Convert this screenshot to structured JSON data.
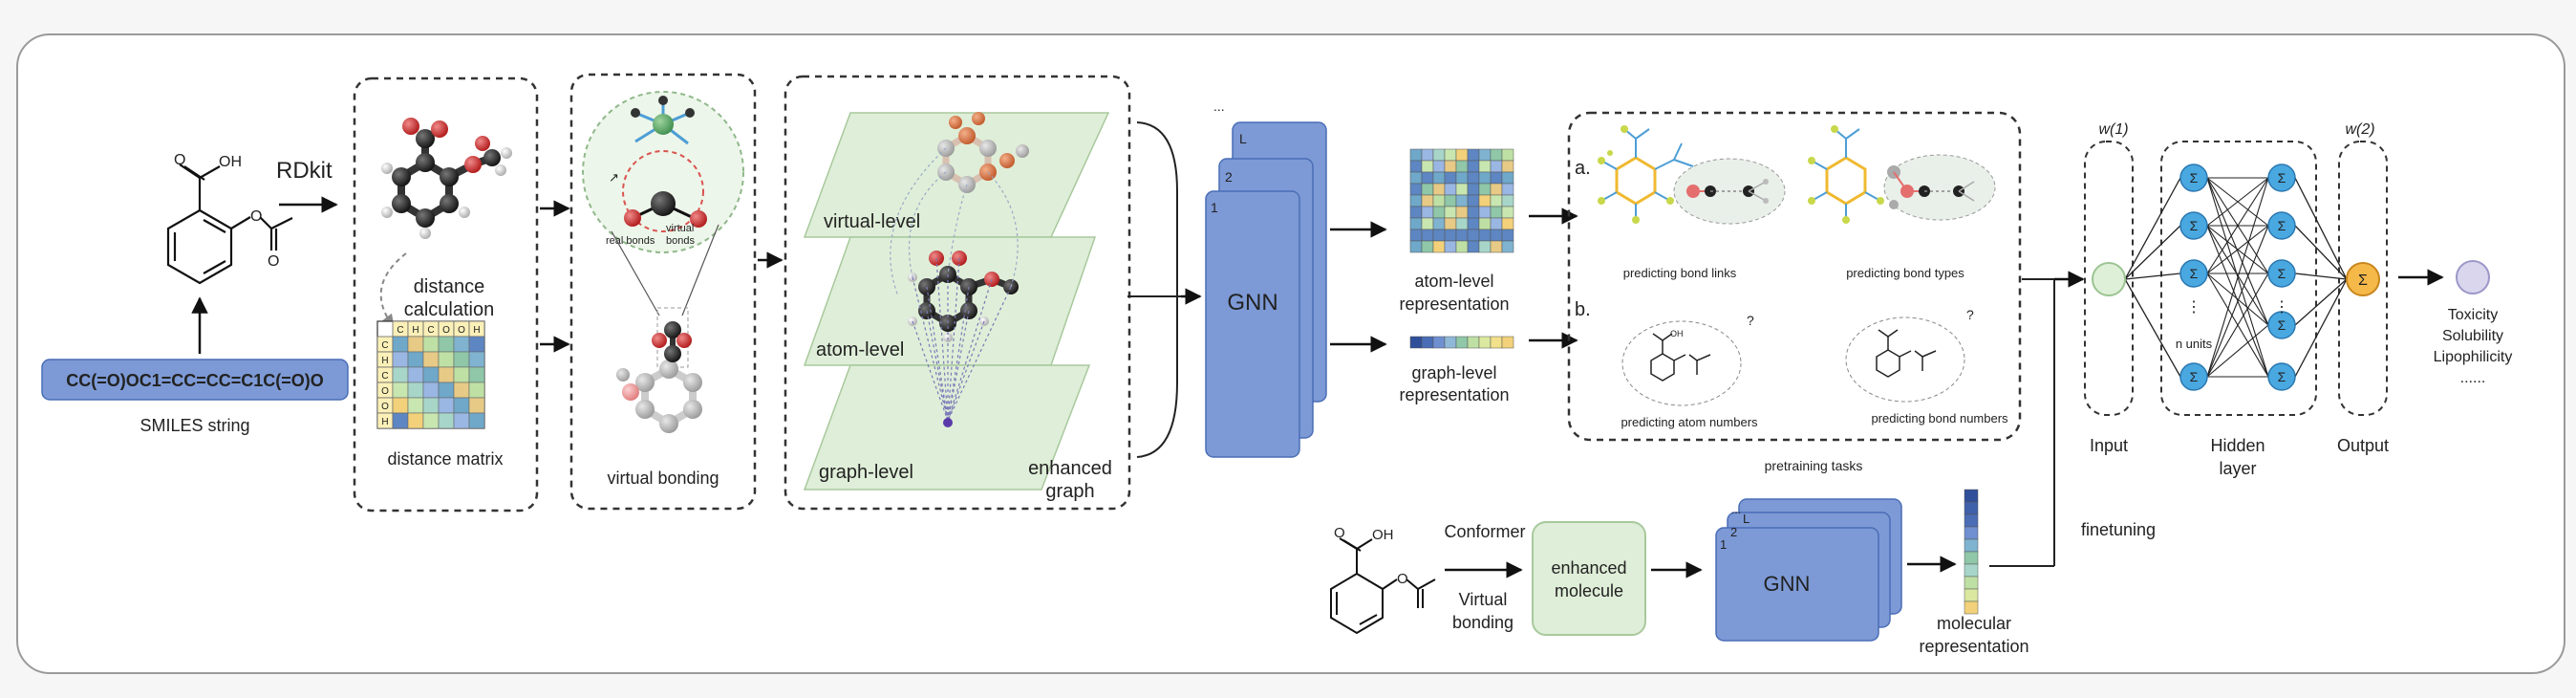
{
  "input": {
    "smiles": "CC(=O)OC1=CC=CC=C1C(=O)O",
    "smiles_caption": "SMILES string",
    "rdkit": "RDkit",
    "oh": "OH",
    "o": "O"
  },
  "box1": {
    "distance_calc_1": "distance",
    "distance_calc_2": "calculation",
    "matrix_caption": "distance matrix",
    "matrix_header": [
      "C",
      "H",
      "C",
      "O",
      "O",
      "H"
    ],
    "matrix_rows": [
      "C",
      "H",
      "C",
      "O",
      "O",
      "H"
    ]
  },
  "box2": {
    "real_bonds": "real bonds",
    "virtual_bonds_1": "virtual",
    "virtual_bonds_2": "bonds",
    "caption": "virtual bonding"
  },
  "box3": {
    "virtual_level": "virtual-level",
    "atom_level": "atom-level",
    "graph_level": "graph-level",
    "enhanced_1": "enhanced",
    "enhanced_2": "graph"
  },
  "gnn_top": {
    "label": "GNN",
    "layers": [
      "1",
      "2",
      "L"
    ],
    "dots": "..."
  },
  "representations": {
    "atom_1": "atom-level",
    "atom_2": "representation",
    "graph_1": "graph-level",
    "graph_2": "representation"
  },
  "pretraining": {
    "a": "a.",
    "b": "b.",
    "bond_links": "predicting bond links",
    "bond_types": "predicting bond types",
    "atom_numbers": "predicting atom numbers",
    "bond_numbers": "predicting bond numbers",
    "question": "?",
    "caption": "pretraining tasks"
  },
  "finetune_row": {
    "conformer": "Conformer",
    "virtual_1": "Virtual",
    "virtual_2": "bonding",
    "enhanced_1": "enhanced",
    "enhanced_2": "molecule",
    "gnn": "GNN",
    "mol_rep_1": "molecular",
    "mol_rep_2": "representation",
    "finetuning": "finetuning"
  },
  "network": {
    "w1": "w(1)",
    "w2": "w(2)",
    "sigma": "Σ",
    "n_units": "n units",
    "input": "Input",
    "hidden_1": "Hidden",
    "hidden_2": "layer",
    "output": "Output"
  },
  "outputs": {
    "toxicity": "Toxicity",
    "solubility": "Solubility",
    "lipophilicity": "Lipophilicity",
    "ellipsis": "......"
  }
}
